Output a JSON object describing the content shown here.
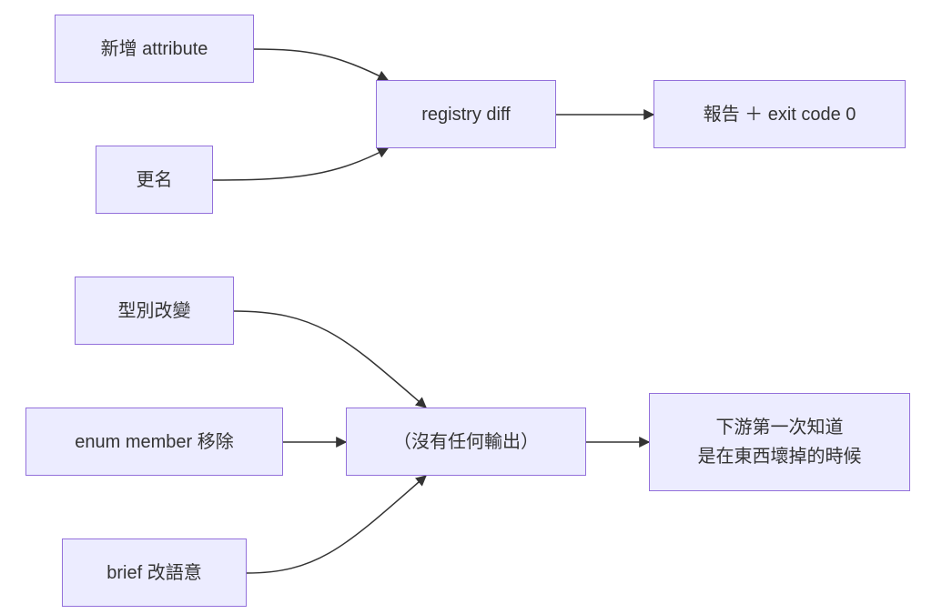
{
  "nodes": {
    "added_attribute": "新增 attribute",
    "renamed": "更名",
    "registry_diff": "registry diff",
    "report": "報告 ＋ exit code 0",
    "type_change": "型別改變",
    "enum_member_removed": "enum member 移除",
    "brief_meaning_change": "brief 改語意",
    "no_output": "（沒有任何輸出）",
    "downstream_line1": "下游第一次知道",
    "downstream_line2": "是在東西壞掉的時候"
  },
  "edges": [
    {
      "from": "added_attribute",
      "to": "registry_diff"
    },
    {
      "from": "renamed",
      "to": "registry_diff"
    },
    {
      "from": "registry_diff",
      "to": "report"
    },
    {
      "from": "type_change",
      "to": "no_output"
    },
    {
      "from": "enum_member_removed",
      "to": "no_output"
    },
    {
      "from": "brief_meaning_change",
      "to": "no_output"
    },
    {
      "from": "no_output",
      "to": "downstream"
    }
  ],
  "colors": {
    "node_fill": "#ececff",
    "node_border": "#9370db",
    "edge": "#333333",
    "text": "#333333"
  }
}
